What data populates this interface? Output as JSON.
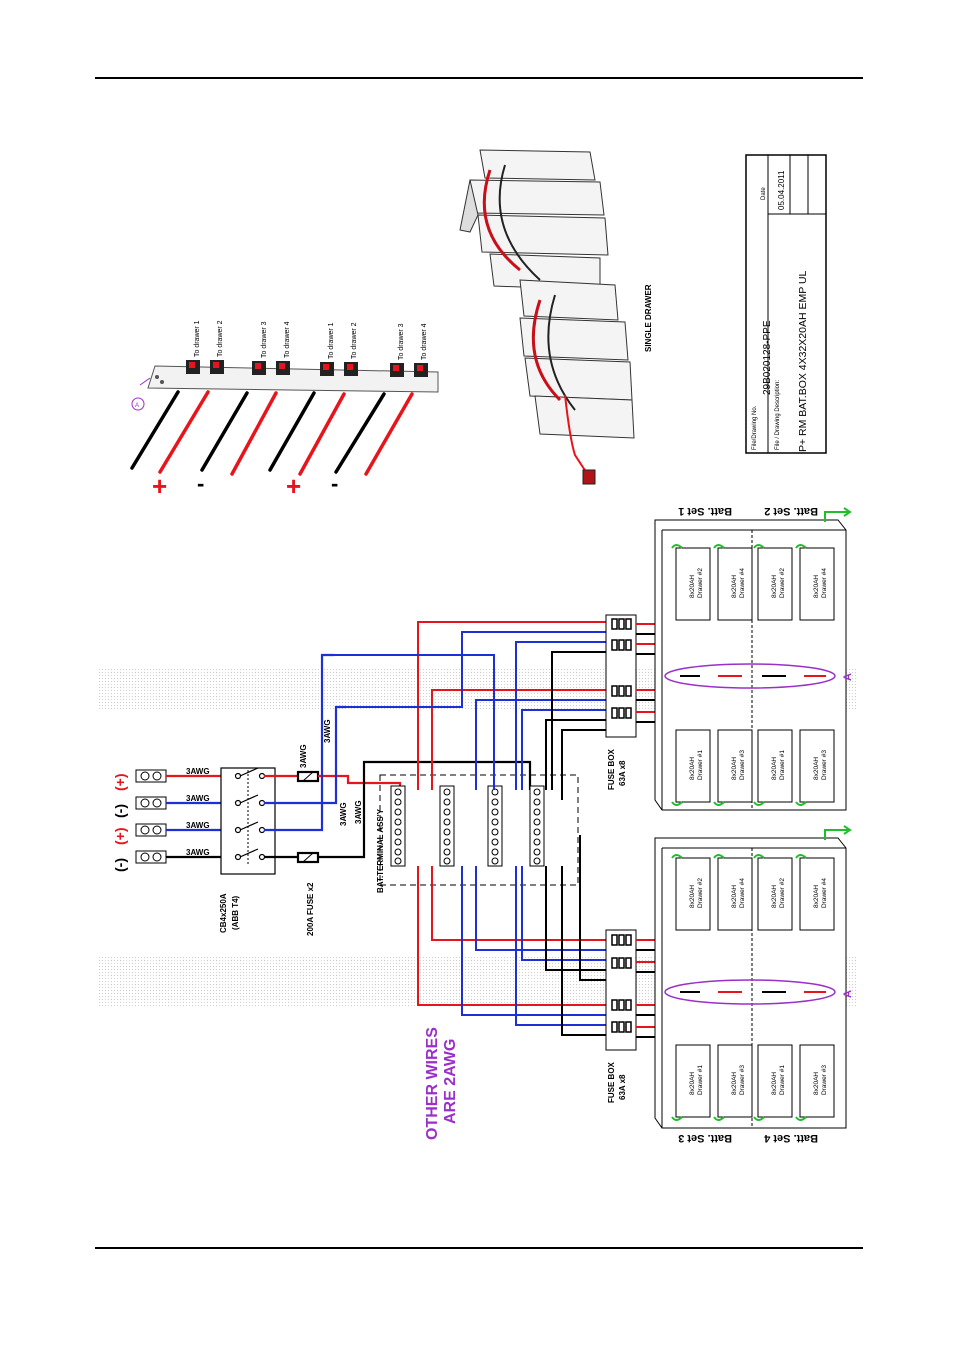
{
  "labels": {
    "awg_3": "3AWG",
    "cb": "CB4x250A",
    "cb_sub": "(ABB T4)",
    "fuse200": "200A FUSE x2",
    "terminal": "BAT.TERMINAL ASS'Y",
    "fusebox": "FUSE BOX",
    "fusebox_sub": "63A x8",
    "other_wires_1": "OTHER WIRES",
    "other_wires_2": "ARE 2AWG",
    "batt_set_1": "Batt. Set 1",
    "batt_set_2": "Batt. Set 2",
    "batt_set_3": "Batt. Set 3",
    "batt_set_4": "Batt. Set 4",
    "point_a": "A",
    "single_drawer": "SINGLE DRAWER",
    "terminal_polarities": [
      "(-)",
      "(+)",
      "(-)",
      "(+)"
    ],
    "drawer_capacity": "8x20AH",
    "drawers_top": [
      "Drawer #2",
      "Drawer #4",
      "Drawer #2",
      "Drawer #4"
    ],
    "drawers_bottom": [
      "Drawer #1",
      "Drawer #3",
      "Drawer #1",
      "Drawer #3"
    ],
    "connector_to_drawer": [
      "To drawer 1",
      "To drawer 2",
      "To drawer 3",
      "To drawer 4",
      "To drawer 1",
      "To drawer 2",
      "To drawer 3",
      "To drawer 4"
    ],
    "plus": "+",
    "minus": "-",
    "marker_a": "A"
  },
  "title_block": {
    "file_label": "File/Drawing No.",
    "file_no": "29B020128-PPE",
    "desc_label": "File / Drawing Description:",
    "desc": "P+ RM BAT.BOX 4X32X20AH EMP UL",
    "date_label": "Date",
    "date": "05.04.2011"
  },
  "colors": {
    "positive": "#e8141b",
    "negative": "#000000",
    "blue": "#1e2fd6",
    "green": "#1fbf2b",
    "purple": "#9b2fc9",
    "stripe": "#e6e6e6"
  }
}
